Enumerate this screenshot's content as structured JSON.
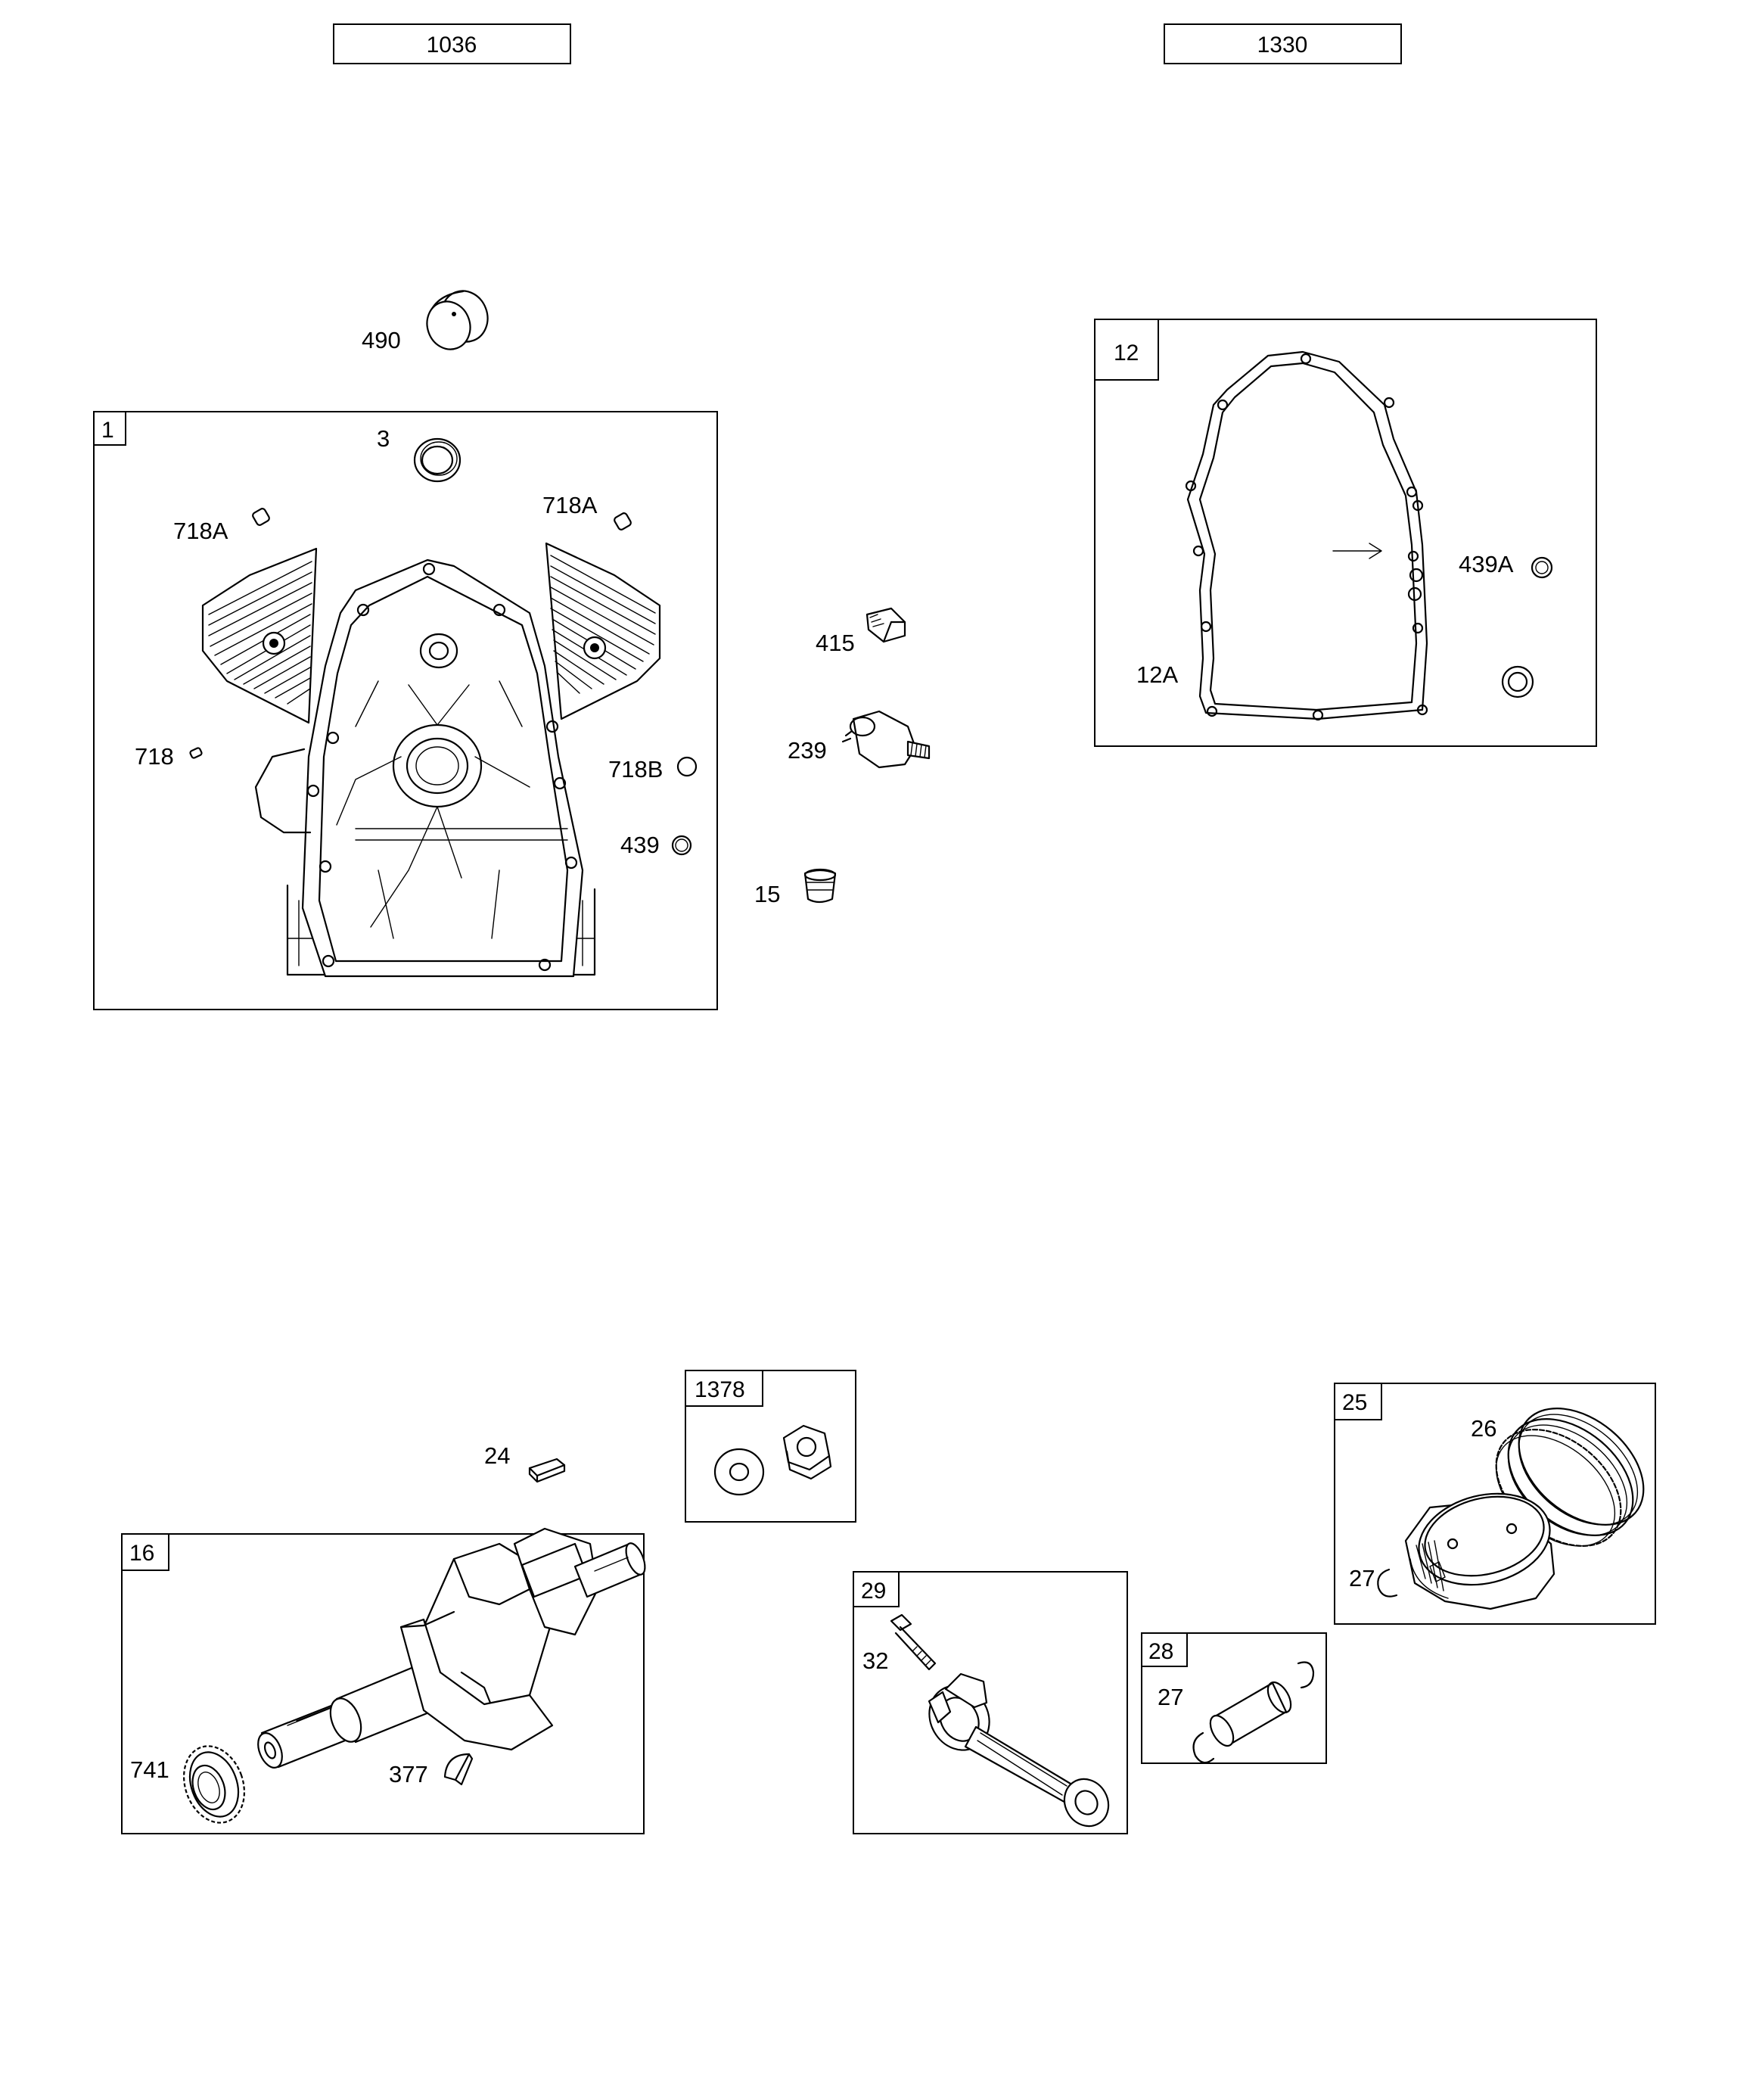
{
  "headers": {
    "left": "1036",
    "right": "1330"
  },
  "groups": {
    "g1": "1",
    "g12": "12",
    "g1378": "1378",
    "g16": "16",
    "g29": "29",
    "g28": "28",
    "g25": "25"
  },
  "callouts": {
    "p490": "490",
    "p3": "3",
    "p718A_left": "718A",
    "p718A_right": "718A",
    "p718": "718",
    "p718B": "718B",
    "p439": "439",
    "p415": "415",
    "p239": "239",
    "p15": "15",
    "p439A": "439A",
    "p12A": "12A",
    "p24": "24",
    "p741": "741",
    "p377": "377",
    "p32": "32",
    "p27_pin": "27",
    "p26": "26",
    "p27_piston": "27"
  }
}
